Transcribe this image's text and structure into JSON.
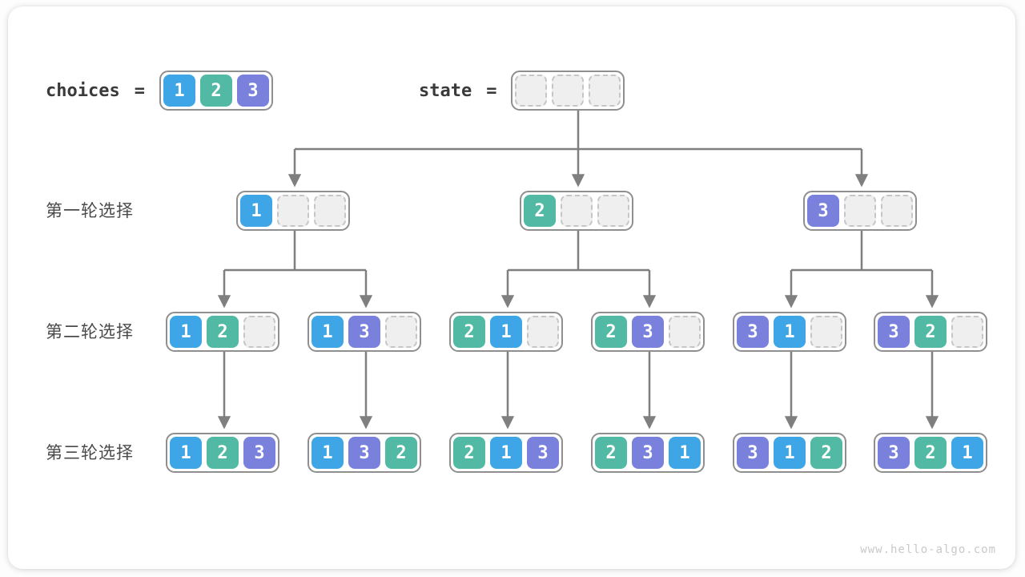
{
  "header": {
    "choices_label": "choices",
    "equals": "=",
    "choices_cells": [
      "1",
      "2",
      "3"
    ],
    "state_label": "state",
    "state_cells": [
      null,
      null,
      null
    ]
  },
  "row_labels": [
    "第一轮选择",
    "第二轮选择",
    "第三轮选择"
  ],
  "tree": {
    "level1": [
      [
        "1",
        null,
        null
      ],
      [
        "2",
        null,
        null
      ],
      [
        "3",
        null,
        null
      ]
    ],
    "level2": [
      [
        "1",
        "2",
        null
      ],
      [
        "1",
        "3",
        null
      ],
      [
        "2",
        "1",
        null
      ],
      [
        "2",
        "3",
        null
      ],
      [
        "3",
        "1",
        null
      ],
      [
        "3",
        "2",
        null
      ]
    ],
    "level3": [
      [
        "1",
        "2",
        "3"
      ],
      [
        "1",
        "3",
        "2"
      ],
      [
        "2",
        "1",
        "3"
      ],
      [
        "2",
        "3",
        "1"
      ],
      [
        "3",
        "1",
        "2"
      ],
      [
        "3",
        "2",
        "1"
      ]
    ]
  },
  "colors": {
    "digit_1": "#3ea6e6",
    "digit_2": "#52b9a4",
    "digit_3": "#7981dc",
    "arrow": "#7f7f7f",
    "node_border": "#8f8f8f",
    "empty_fill": "#efefef",
    "empty_border": "#c6c6c6",
    "label_text": "#4a4a4a"
  },
  "watermark": "www.hello-algo.com"
}
